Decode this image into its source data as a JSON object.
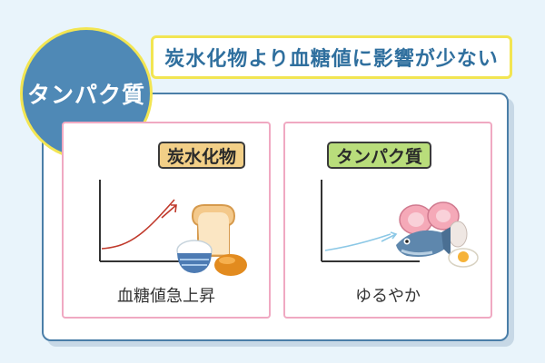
{
  "title": "タンパク質",
  "subtitle": "炭水化物より血糖値に影響が少ない",
  "panels": [
    {
      "tag": "炭水化物",
      "caption": "血糖値急上昇",
      "tag_color": "#f2cf87",
      "curve_color": "#c0392b"
    },
    {
      "tag": "タンパク質",
      "caption": "ゆるやか",
      "tag_color": "#b9dd7b",
      "curve_color": "#8cc8e6"
    }
  ],
  "colors": {
    "accent_blue": "#4f89b6",
    "accent_yellow": "#f2e552",
    "panel_border": "#f0a9c2"
  }
}
